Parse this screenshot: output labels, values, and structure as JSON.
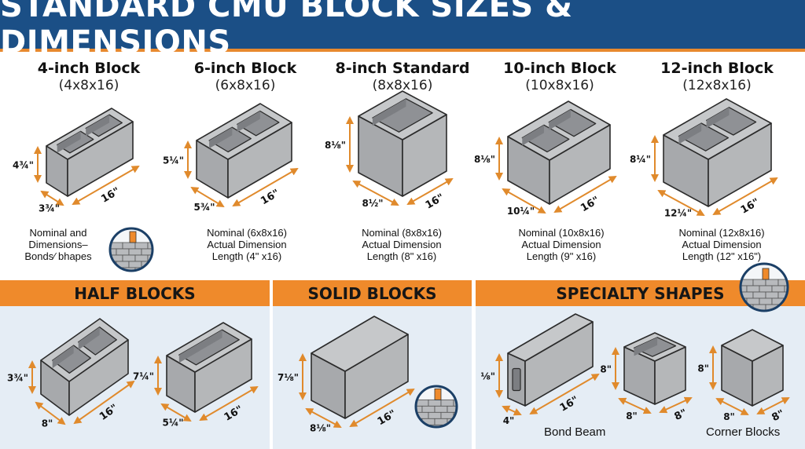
{
  "header": {
    "title": "STANDARD CMU BLOCK SIZES & DIMENSIONS"
  },
  "colors": {
    "header_bg": "#1b4f86",
    "accent_orange": "#ef8a2b",
    "block_grey": "#b4b6b8",
    "panel_bg": "#e5edf5"
  },
  "blocks": [
    {
      "title": "4-inch Block",
      "size": "(4x8x16)",
      "dims": {
        "height": "4¾\"",
        "depth": "3¾\"",
        "length": "16\""
      },
      "caption": [
        "Nominal and",
        "Dimensions–",
        "Bonds⁄ bhapes"
      ]
    },
    {
      "title": "6-inch Block",
      "size": "(6x8x16)",
      "dims": {
        "height": "5¼\"",
        "depth": "5¾\"",
        "length": "16\""
      },
      "caption": [
        "Nominal (6x8x16)",
        "Actual Dimension",
        "Length (4\" x16)"
      ]
    },
    {
      "title": "8-inch Standard",
      "size": "(8x8x16)",
      "dims": {
        "height": "8⅛\"",
        "depth": "8½\"",
        "length": "16\""
      },
      "caption": [
        "Nominal  (8x8x16)",
        "Actual Dimension",
        "Length (8\" x16)"
      ]
    },
    {
      "title": "10-inch Block",
      "size": "(10x8x16)",
      "dims": {
        "height": "8⅛\"",
        "depth": "10¼\"",
        "length": "16\""
      },
      "caption": [
        "Nominal (10x8x16)",
        "Actual Dimension",
        "Length (9\" x16)"
      ]
    },
    {
      "title": "12-inch Block",
      "size": "(12x8x16)",
      "dims": {
        "height": "8¼\"",
        "depth": "12¼\"",
        "length": "16\""
      },
      "caption": [
        "Nominal (12x8x16)",
        "Actual Dimension",
        "Length (12\" x16\")"
      ]
    }
  ],
  "sections": {
    "half": {
      "title": "HALF BLOCKS",
      "items": [
        {
          "height": "3¾\"",
          "depth": "8\"",
          "length": "16\""
        },
        {
          "height": "7¼\"",
          "depth": "5¼\"",
          "length": "16\""
        }
      ]
    },
    "solid": {
      "title": "SOLID BLOCKS",
      "items": [
        {
          "height": "7⅛\"",
          "depth": "8⅛\"",
          "length": "16\""
        }
      ]
    },
    "specialty": {
      "title": "SPECIALTY SHAPES",
      "items": [
        {
          "height": "⅛\"",
          "depth": "4\"",
          "length": "16\"",
          "label": "Bond Beam"
        },
        {
          "height": "8\"",
          "depth": "8\"",
          "length": "8\""
        },
        {
          "height": "8\"",
          "depth": "8\"",
          "length": "8\"",
          "label": "Corner Blocks"
        }
      ]
    }
  }
}
